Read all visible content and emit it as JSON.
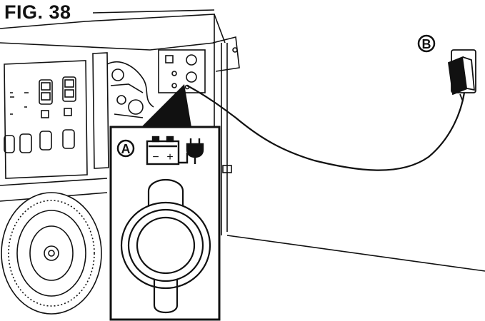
{
  "figure": {
    "title": "FIG. 38"
  },
  "callouts": {
    "a": {
      "letter": "A"
    },
    "b": {
      "letter": "B"
    }
  },
  "panel": {
    "battery": {
      "minus": "−",
      "plus": "+"
    }
  },
  "icons": {
    "battery": "battery-icon",
    "plug": "plug-icon",
    "charger": "wall-charger-icon"
  },
  "colors": {
    "line": "#111111",
    "background": "#ffffff"
  }
}
